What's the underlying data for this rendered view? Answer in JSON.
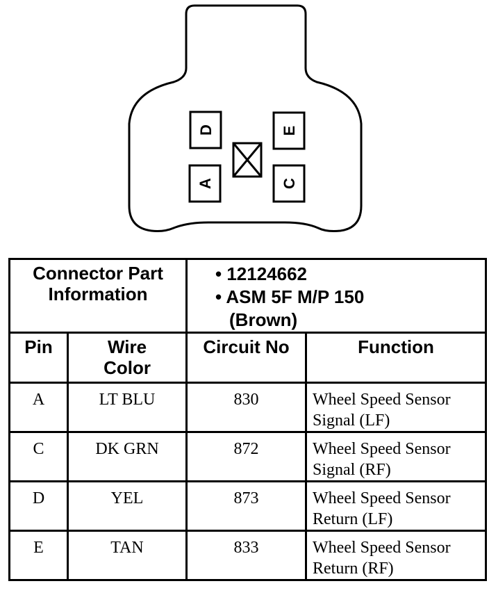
{
  "connector": {
    "pins": [
      {
        "letter": "D",
        "label": "pin-d"
      },
      {
        "letter": "E",
        "label": "pin-e"
      },
      {
        "letter": "A",
        "label": "pin-a"
      },
      {
        "letter": "C",
        "label": "pin-c"
      }
    ]
  },
  "table": {
    "part_header": "Connector Part Information",
    "part_info": [
      "• 12124662",
      "• ASM 5F M/P 150",
      "(Brown)"
    ],
    "columns": [
      "Pin",
      "Wire Color",
      "Circuit No",
      "Function"
    ],
    "rows": [
      {
        "pin": "A",
        "color": "LT BLU",
        "circuit": "830",
        "function_1": "Wheel Speed Sensor",
        "function_2": "Signal (LF)"
      },
      {
        "pin": "C",
        "color": "DK GRN",
        "circuit": "872",
        "function_1": "Wheel Speed Sensor",
        "function_2": "Signal (RF)"
      },
      {
        "pin": "D",
        "color": "YEL",
        "circuit": "873",
        "function_1": "Wheel Speed Sensor",
        "function_2": "Return (LF)"
      },
      {
        "pin": "E",
        "color": "TAN",
        "circuit": "833",
        "function_1": "Wheel Speed Sensor",
        "function_2": "Return (RF)"
      }
    ]
  }
}
